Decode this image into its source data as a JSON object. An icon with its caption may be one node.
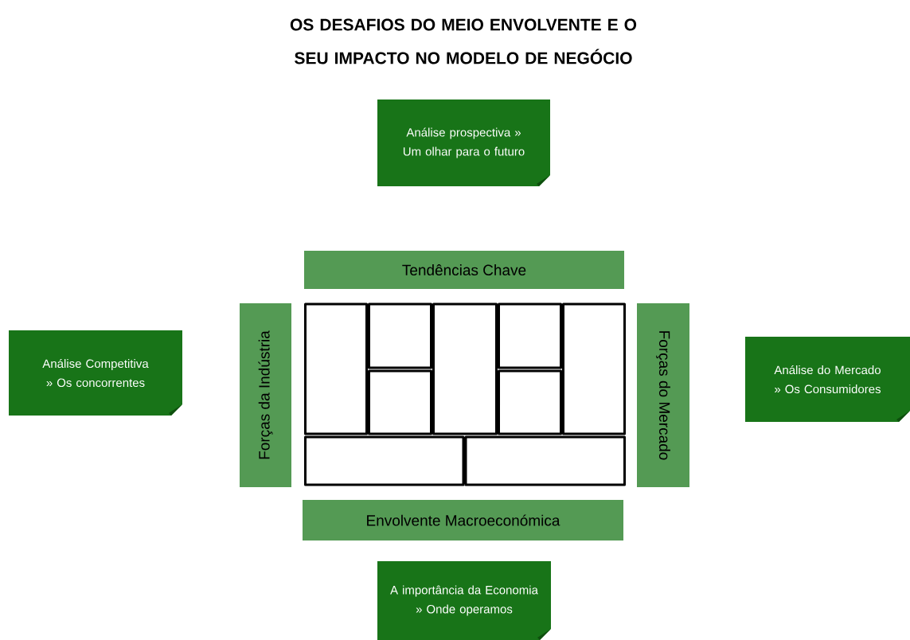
{
  "diagram": {
    "title": "OS DESAFIOS DO MEIO ENVOLVENTE E O SEU IMPACTO NO MODELO DE NEGÓCIO",
    "nodes": [
      {
        "text": [
          "Análise prospectiva » Um olhar para o futuro"
        ]
      },
      {
        "text": [
          "Tendências Chave"
        ]
      },
      {
        "text": [
          "Análise Competitiva » Os concorrentes"
        ]
      },
      {
        "text": [
          "Forças da Indústria"
        ]
      },
      {
        "text": [
          "Forças do Mercado"
        ]
      },
      {
        "text": [
          "Análise do Mercado » Os Consumidores"
        ]
      },
      {
        "text": [
          "Envolvente Macroeconómica"
        ]
      },
      {
        "text": [
          "A importância da Economia » Onde operamos"
        ]
      }
    ],
    "edges": []
  }
}
